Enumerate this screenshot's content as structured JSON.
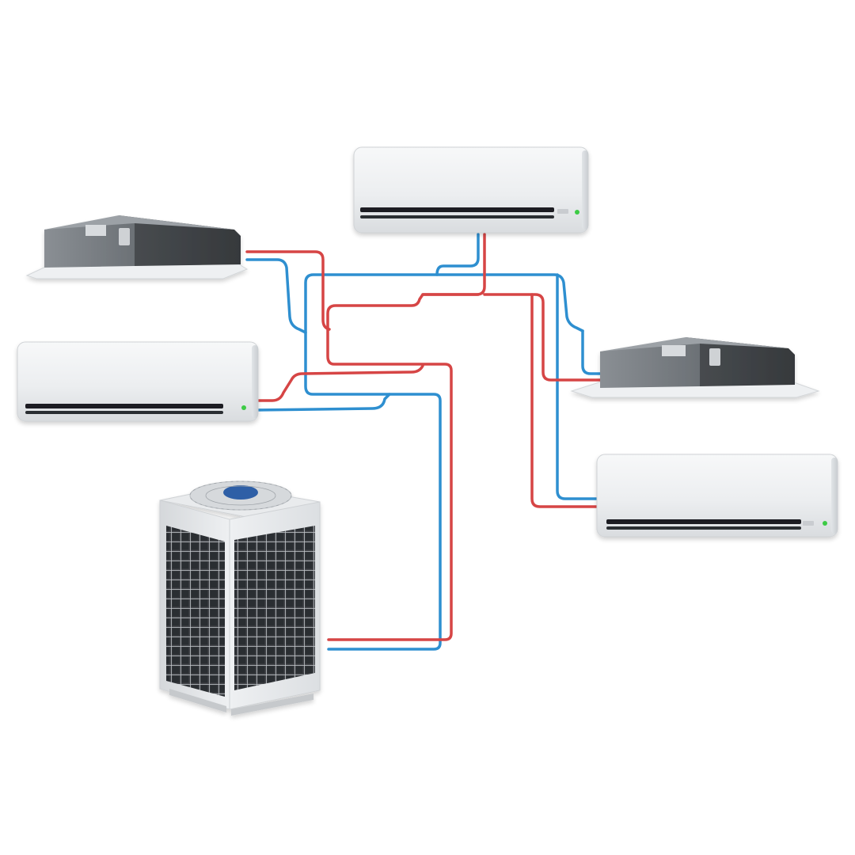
{
  "diagram": {
    "units": [
      {
        "id": "top-wall",
        "kind": "wall-mounted",
        "indicator_color": "#3ccb45"
      },
      {
        "id": "left-cassette",
        "kind": "ceiling-cassette"
      },
      {
        "id": "left-wall",
        "kind": "wall-mounted",
        "indicator_color": "#3ccb45"
      },
      {
        "id": "right-cassette",
        "kind": "ceiling-cassette"
      },
      {
        "id": "right-wall",
        "kind": "wall-mounted",
        "indicator_color": "#3ccb45"
      },
      {
        "id": "outdoor",
        "kind": "outdoor-condenser"
      }
    ],
    "pipes": {
      "hot_color": "#d64545",
      "cold_color": "#2e8fd0"
    }
  }
}
